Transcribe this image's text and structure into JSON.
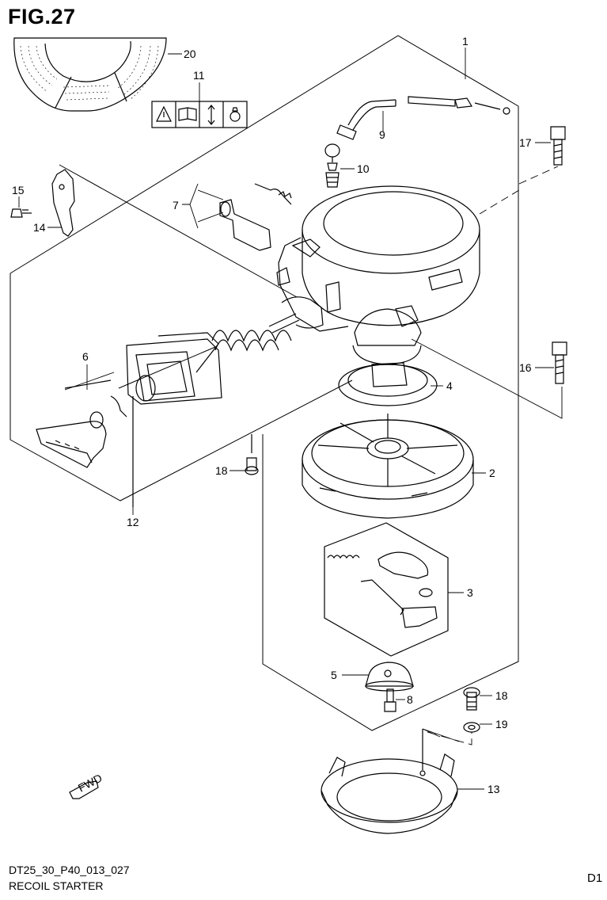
{
  "figure": {
    "title": "FIG.27",
    "code": "DT25_30_P40_013_027",
    "name": "RECOIL STARTER",
    "tag": "D1"
  },
  "callouts": {
    "c1": "1",
    "c2": "2",
    "c3": "3",
    "c4": "4",
    "c5": "5",
    "c6": "6",
    "c7": "7",
    "c8": "8",
    "c9": "9",
    "c10": "10",
    "c11": "11",
    "c12": "12",
    "c13": "13",
    "c14": "14",
    "c15": "15",
    "c16": "16",
    "c17": "17",
    "c18a": "18",
    "c18b": "18",
    "c19": "19",
    "c20": "20"
  },
  "fwd_arrow": "FWD",
  "icons": [
    "warning-icon",
    "manual-book-icon",
    "up-down-arrow-icon",
    "bell-icon"
  ]
}
